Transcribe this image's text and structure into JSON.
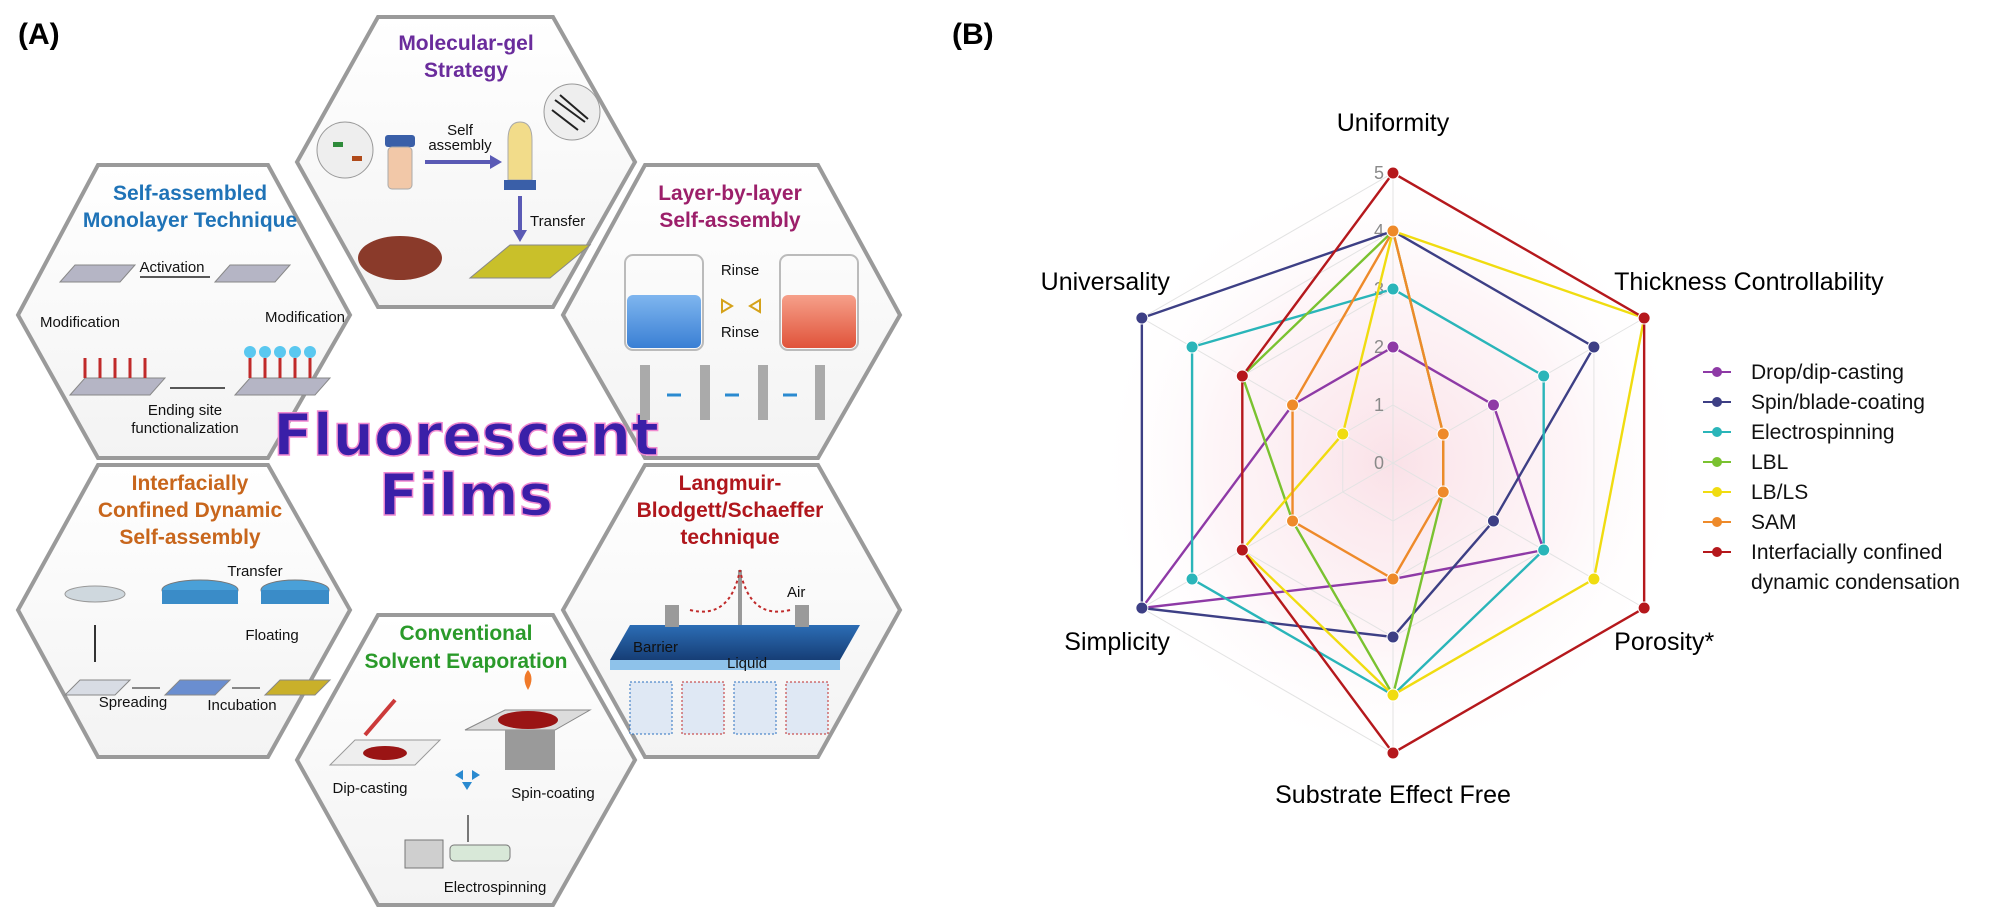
{
  "panel_a": {
    "label": "(A)",
    "center_title": {
      "line1": "Fluorescent",
      "line2": "Films"
    },
    "hexes": {
      "molecular_gel": {
        "title": [
          "Molecular-gel",
          "Strategy"
        ],
        "captions": {
          "self": "Self",
          "assembly": "assembly",
          "transfer": "Transfer"
        }
      },
      "sam": {
        "title": [
          "Self-assembled",
          "Monolayer Technique"
        ],
        "captions": {
          "activation": "Activation",
          "mod_left": "Modification",
          "mod_right": "Modification",
          "ending1": "Ending site",
          "ending2": "functionalization"
        }
      },
      "lbl": {
        "title": [
          "Layer-by-layer",
          "Self-assembly"
        ],
        "captions": {
          "rinse_top": "Rinse",
          "rinse_bottom": "Rinse"
        }
      },
      "icds": {
        "title": [
          "Interfacially",
          "Confined Dynamic",
          "Self-assembly"
        ],
        "captions": {
          "transfer": "Transfer",
          "floating": "Floating",
          "spreading": "Spreading",
          "incubation": "Incubation"
        }
      },
      "lb": {
        "title": [
          "Langmuir-",
          "Blodgett/Schaeffer",
          "technique"
        ],
        "captions": {
          "air": "Air",
          "barrier": "Barrier",
          "liquid": "Liquid"
        }
      },
      "cse": {
        "title": [
          "Conventional",
          "Solvent  Evaporation"
        ],
        "captions": {
          "dip": "Dip-casting",
          "spin": "Spin-coating",
          "electro": "Electrospinning"
        }
      }
    },
    "colors": {
      "molecular_gel": "#6a2c9c",
      "sam": "#1f73b7",
      "lbl": "#9c1f6a",
      "icds": "#c8661c",
      "lb": "#b0161c",
      "cse": "#2a9a2a"
    }
  },
  "chart_data": {
    "label": "(B)",
    "type": "radar",
    "axes": [
      "Uniformity",
      "Thickness Controllability",
      "Porosity*",
      "Substrate Effect Free",
      "Simplicity",
      "Universality"
    ],
    "ticks": [
      "0",
      "1",
      "2",
      "3",
      "4",
      "5"
    ],
    "rmax": 5,
    "series": [
      {
        "name": "Drop/dip-casting",
        "color": "#8e3aa6",
        "values": [
          2,
          2,
          3,
          2,
          5,
          2
        ]
      },
      {
        "name": "Spin/blade-coating",
        "color": "#3d3f85",
        "values": [
          4,
          4,
          2,
          3,
          5,
          5
        ]
      },
      {
        "name": "Electrospinning",
        "color": "#2ab5b9",
        "values": [
          3,
          3,
          3,
          4,
          4,
          4
        ]
      },
      {
        "name": "LBL",
        "color": "#7ac230",
        "values": [
          4,
          1,
          1,
          4,
          2,
          3
        ]
      },
      {
        "name": "LB/LS",
        "color": "#f0dc10",
        "values": [
          4,
          5,
          4,
          4,
          3,
          1
        ]
      },
      {
        "name": "SAM",
        "color": "#ee8a2a",
        "values": [
          4,
          1,
          1,
          2,
          2,
          2
        ]
      },
      {
        "name": "Interfacially confined dynamic condensation",
        "color": "#b5181c",
        "values": [
          5,
          5,
          5,
          5,
          3,
          3
        ]
      }
    ],
    "legend": [
      {
        "line1": "Drop/dip-casting",
        "line2": ""
      },
      {
        "line1": "Spin/blade-coating",
        "line2": ""
      },
      {
        "line1": "Electrospinning",
        "line2": ""
      },
      {
        "line1": "LBL",
        "line2": ""
      },
      {
        "line1": "LB/LS",
        "line2": ""
      },
      {
        "line1": "SAM",
        "line2": ""
      },
      {
        "line1": "Interfacially confined",
        "line2": "dynamic condensation"
      }
    ]
  }
}
